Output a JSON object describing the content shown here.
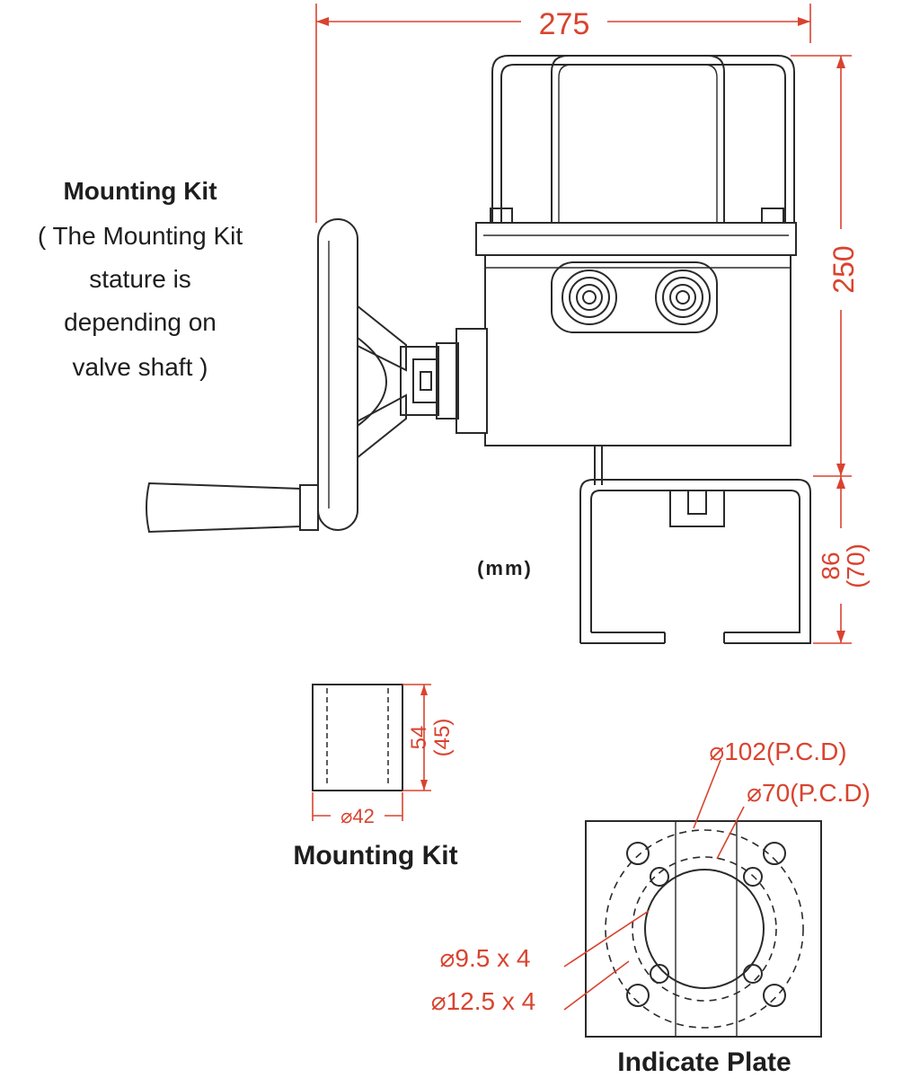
{
  "labels": {
    "mounting_kit_title": "Mounting Kit",
    "mounting_kit_note": [
      "( The Mounting Kit",
      "stature is",
      "depending on",
      "valve shaft )"
    ],
    "units": "(mm)",
    "mounting_kit_caption": "Mounting Kit",
    "indicate_plate_caption": "Indicate Plate"
  },
  "dimensions": {
    "width": "275",
    "height": "250",
    "bracket_height": "86",
    "bracket_height_alt": "(70)",
    "kit_height": "54",
    "kit_height_alt": "(45)",
    "kit_diameter": "⌀42",
    "pcd_outer": "⌀102(P.C.D)",
    "pcd_inner": "⌀70(P.C.D)",
    "hole_small": "⌀9.5 x 4",
    "hole_large": "⌀12.5 x 4"
  },
  "colors": {
    "dimension": "#d9432f",
    "outline": "#2a2a2a"
  }
}
